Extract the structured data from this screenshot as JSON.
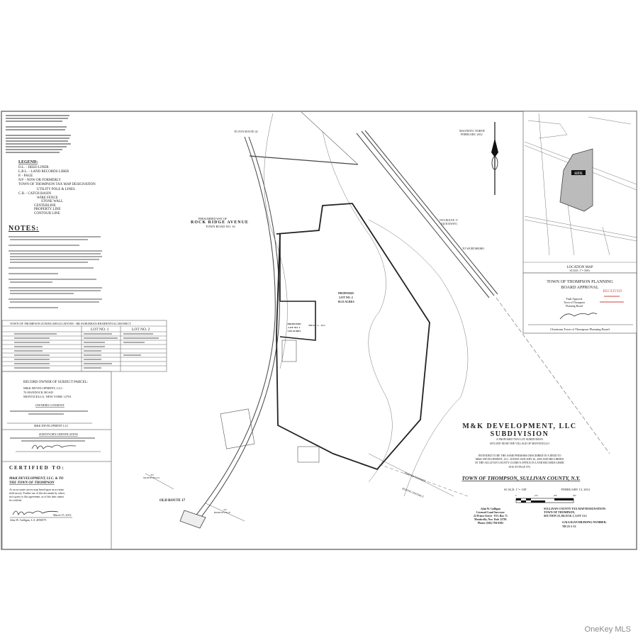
{
  "sheet": {
    "left_panel": {
      "legend_title": "LEGEND:",
      "legend_items": [
        "D.L. - DEED LINER",
        "L.R.L. - LAND RECORDS LIBER",
        "P. - PAGE",
        "N/F - NOW OR FORMERLY",
        "TOWN OF THOMPSON TAX MAP DESIGNATION",
        "UTILITY POLE & LINES",
        "C.B. - CATCH BASIN",
        "WIRE FENCE",
        "STONE WALL",
        "CENTERLINE",
        "PROPERTY LINE",
        "CONTOUR LINE"
      ],
      "notes_title": "NOTES:",
      "zoning_table": {
        "title": "TOWN OF THOMPSON ZONING REGULATIONS - RR SUBURBAN RESIDENTIAL DISTRICT",
        "columns": [
          "",
          "LOT NO. 1",
          "LOT NO. 2"
        ]
      },
      "record_owner_title": "RECORD OWNER OF SUBJECT PARCEL:",
      "record_owner_lines": [
        "M&K DEVELOPMENT, LLC",
        "76 HANDOCK ROAD",
        "MONTICELLO, NEW YORK 12701"
      ],
      "owners_consent_title": "OWNERS CONSENT",
      "owner_signature_caption": "M&K DEVELOPMENT LLC",
      "surveyor_cert_title": "SURVEYOR'S CERTIFICATION",
      "certified_title": "CERTIFIED TO:",
      "certified_to": [
        "M&K DEVELOPMENT, LLC. & TO",
        "THE TOWN OF THOMPSON"
      ],
      "certified_body": [
        "As an accurate survey map based upon an accurate",
        "field survey. Further use of this document by others",
        "not a party to this agreement, as of this date cannot",
        "be certified."
      ],
      "signature_date": "March 15, 2012",
      "signature_name": "John W. Galligan, L.S. #050075"
    },
    "map": {
      "road_top_label": "TO NYS ROUTE 42",
      "road_name_pre": "PRESCRIBED WAY OF",
      "road_name": "ROCK RIDGE AVENUE",
      "road_number": "TOWN ROAD NO. 16",
      "lot2_label": [
        "PROPOSED",
        "LOT NO. 2",
        "10.53 ACRES"
      ],
      "lot1_label": [
        "PROPOSED",
        "LOT NO. 1",
        "3.00 ACRES"
      ],
      "tax_id": "TM 23 - 1 - 13.1",
      "magnetic_north": [
        "MAGNETIC NORTH",
        "FEBRUARY, 2012"
      ],
      "route17_label": [
        "NYS ROUTE 17",
        "(QUICKWAY)"
      ],
      "old_route": "OLD ROUTE 17",
      "to_monticello": [
        "TO",
        "MONTICELLO"
      ],
      "to_bridgeville": [
        "TO",
        "BRIDGEVILLE"
      ],
      "zoning_labels": [
        "ZONING DISTRICT",
        "ZONING DISTRICT"
      ],
      "to_wurtsboro": "TO WURTSBORO"
    },
    "right_panel": {
      "site_label": "SITE",
      "location_map_title": "LOCATION MAP",
      "location_map_scale": "SCALE: 1\"= 500'±",
      "approval_title": [
        "TOWN OF THOMPSON PLANNING",
        "BOARD APPROVAL"
      ],
      "approval_stamp": [
        "Final Approval",
        "Town of Thompson",
        "Planning Board"
      ],
      "received_stamp": "RECEIVED",
      "chairman_line": "Chairman Town of Thompson Planning Board",
      "stamp_color": "#d9534f"
    },
    "title_block": {
      "title": "M&K DEVELOPMENT, LLC",
      "subtitle": "SUBDIVISION",
      "desc": [
        "A PROPOSED TWO LOT SUBDIVISION",
        "SITUATE NEAR THE VILLAGE OF MONTICELLO"
      ],
      "deed_text": [
        "INTENDED TO BE THE SAME PREMISES DESCRIBED IN A DEED TO",
        "M&K DEVELOPMENT, LLC, DATED JANUARY 26, 2005 AND RECORDED",
        "IN THE SULLIVAN COUNTY CLERK'S OFFICE IN LAND RECORDS LIBER",
        "2910 AT PAGE 570."
      ],
      "location": "TOWN OF THOMPSON, SULLIVAN COUNTY, N.Y.",
      "scale": "SCALE: 1\"= 100'",
      "date": "FEBRUARY 13, 2012",
      "scale_ticks": [
        "0",
        "100",
        "200",
        "300"
      ],
      "surveyor": [
        "John W. Galligan",
        "Licensed Land Surveyor",
        "22 Prince Street - P.O. Box 71",
        "Monticello, New York 12701",
        "Phone: (845) 794-6582"
      ],
      "tax_map": [
        "SULLIVAN COUNTY TAX MAP DESIGNATION:",
        "TOWN OF THOMPSON,",
        "SECTION 23, BLOCK 1, LOT 13.1"
      ],
      "drawing_number_label": "GALLIGAN DRAWING NUMBER:",
      "drawing_number": "TH 23-1-13"
    }
  },
  "watermark": "OneKey MLS"
}
